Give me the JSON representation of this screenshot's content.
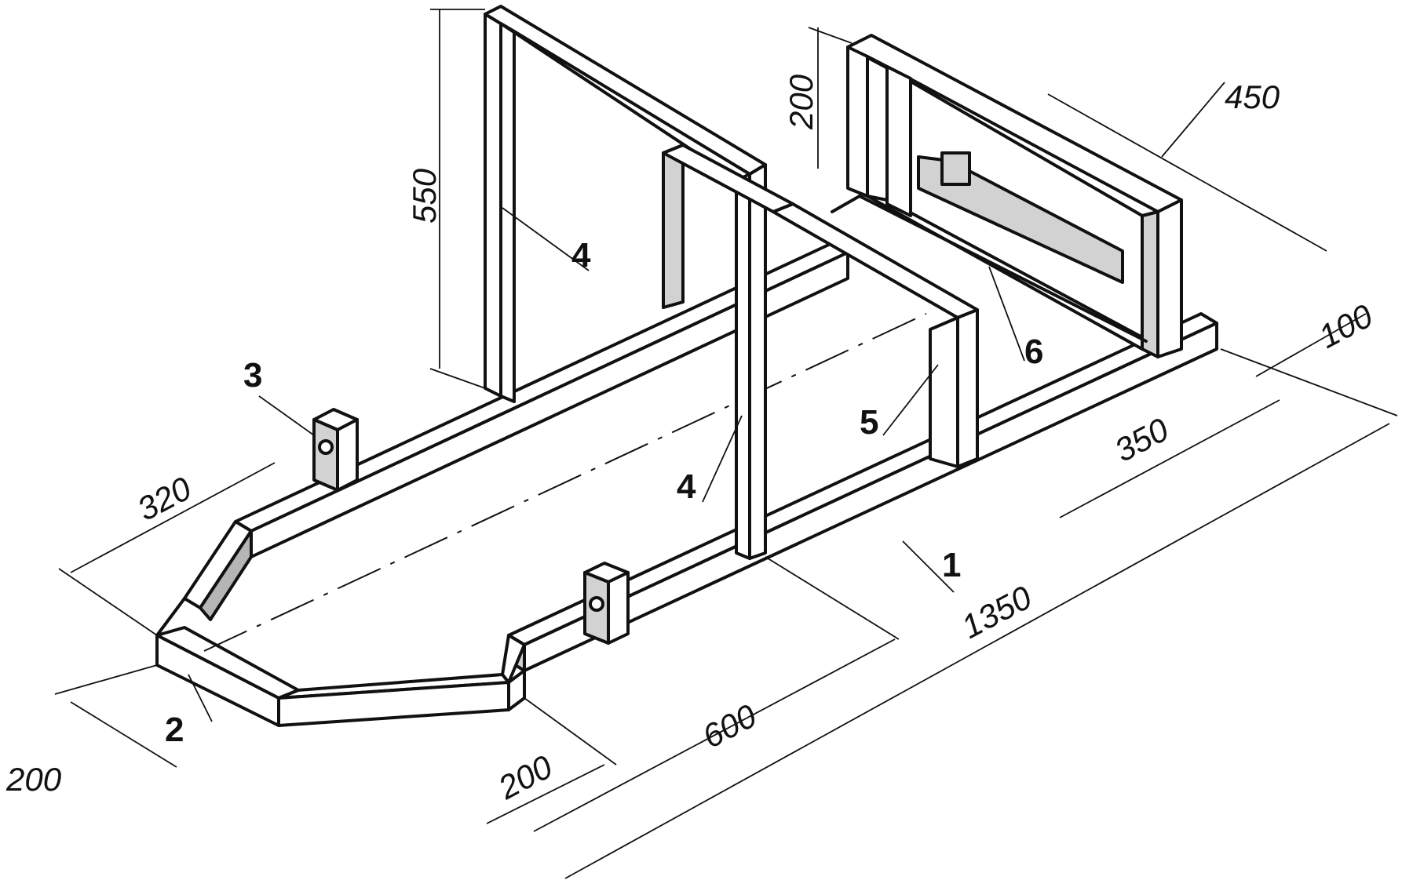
{
  "dimensions": {
    "d550": "550",
    "d200_top": "200",
    "d450": "450",
    "d100": "100",
    "d350": "350",
    "d1350": "1350",
    "d600": "600",
    "d200_bottom": "200",
    "d200_left": "200",
    "d320": "320"
  },
  "callouts": {
    "c1": "1",
    "c2": "2",
    "c3": "3",
    "c4a": "4",
    "c4b": "4",
    "c5": "5",
    "c6": "6"
  },
  "colors": {
    "ink": "#111111",
    "shade": "#d2d2d2",
    "paper": "#ffffff"
  }
}
